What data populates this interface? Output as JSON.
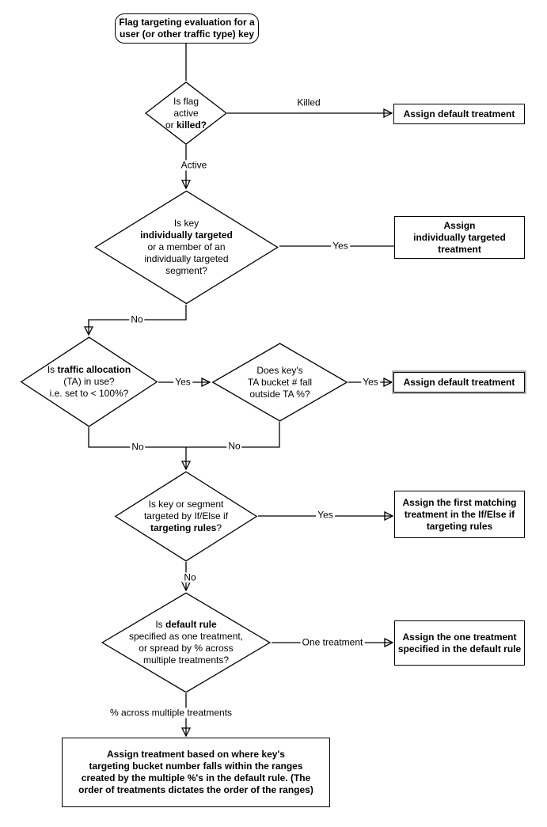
{
  "nodes": {
    "start": {
      "l1": "Flag targeting evaluation for a",
      "l2": "user (or other traffic type) key"
    },
    "flag_active": {
      "l1": "Is flag",
      "l2": "active",
      "l3a": "or ",
      "l3b": "killed?"
    },
    "assign_default_1": {
      "text": "Assign default treatment"
    },
    "individually_targeted": {
      "l1": "Is key",
      "l2": "individually targeted",
      "l3": "or a member of an",
      "l4": "individually targeted",
      "l5": "segment?"
    },
    "assign_individually_targeted": {
      "l1": "Assign",
      "l2": "individually targeted",
      "l3": "treatment"
    },
    "traffic_allocation": {
      "l1a": "Is ",
      "l1b": "traffic allocation",
      "l2": "(TA) in use?",
      "l3": "i.e. set to < 100%?"
    },
    "ta_bucket": {
      "l1": "Does key's",
      "l2": "TA bucket # fall",
      "l3": "outside TA %?"
    },
    "assign_default_2": {
      "text": "Assign default treatment"
    },
    "targeting_rules": {
      "l1": "Is key or segment",
      "l2": "targeted by If/Else if",
      "l3a": "targeting rules",
      "l3b": "?"
    },
    "assign_first_matching": {
      "l1": "Assign the first matching",
      "l2": "treatment in the If/Else if",
      "l3": "targeting rules"
    },
    "default_rule": {
      "l1a": "Is ",
      "l1b": "default rule",
      "l2": "specified as one treatment,",
      "l3": "or spread by % across",
      "l4": "multiple treatments?"
    },
    "assign_one_treatment": {
      "l1": "Assign the one treatment",
      "l2": "specified in the default rule"
    },
    "assign_ranges": {
      "l1": "Assign treatment based on where key's",
      "l2": "targeting bucket number falls within the ranges",
      "l3": "created by the multiple %'s in the default rule. (The",
      "l4": "order of treatments dictates the order of the ranges)"
    }
  },
  "edge_labels": {
    "killed": "Killed",
    "active": "Active",
    "yes_individually": "Yes",
    "no_individually": "No",
    "yes_ta": "Yes",
    "yes_bucket": "Yes",
    "no_ta": "No",
    "no_bucket": "No",
    "yes_rules": "Yes",
    "no_rules": "No",
    "one_treatment": "One treatment",
    "pct_multiple": "% across multiple treatments"
  },
  "colors": {
    "line": "#000000",
    "node_fill": "#ffffff",
    "text": "#000000",
    "shadow": "#b3b3b3"
  }
}
